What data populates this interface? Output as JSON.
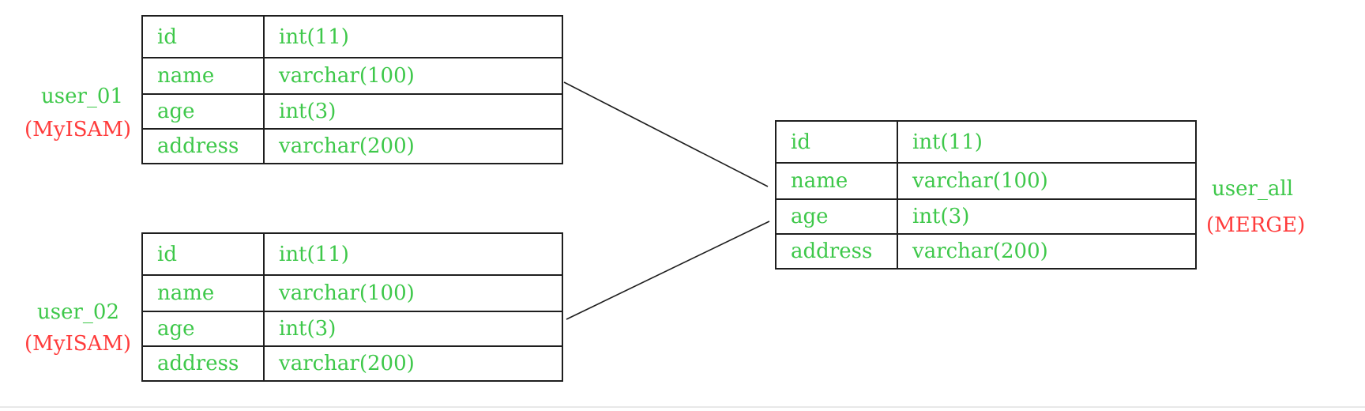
{
  "tables": {
    "user_01": {
      "name": "user_01",
      "engine": "(MyISAM)",
      "rows": [
        {
          "field": "id",
          "type": "int(11)"
        },
        {
          "field": "name",
          "type": "varchar(100)"
        },
        {
          "field": "age",
          "type": "int(3)"
        },
        {
          "field": "address",
          "type": "varchar(200)"
        }
      ]
    },
    "user_02": {
      "name": "user_02",
      "engine": "(MyISAM)",
      "rows": [
        {
          "field": "id",
          "type": "int(11)"
        },
        {
          "field": "name",
          "type": "varchar(100)"
        },
        {
          "field": "age",
          "type": "int(3)"
        },
        {
          "field": "address",
          "type": "varchar(200)"
        }
      ]
    },
    "user_all": {
      "name": "user_all",
      "engine": "(MERGE)",
      "rows": [
        {
          "field": "id",
          "type": "int(11)"
        },
        {
          "field": "name",
          "type": "varchar(100)"
        },
        {
          "field": "age",
          "type": "int(3)"
        },
        {
          "field": "address",
          "type": "varchar(200)"
        }
      ]
    }
  },
  "colors": {
    "field_text": "#3ec84a",
    "table_name_text": "#3ec84a",
    "engine_text": "#ff3b3b",
    "border": "#1e1e1e",
    "connector": "#1e1e1e"
  }
}
